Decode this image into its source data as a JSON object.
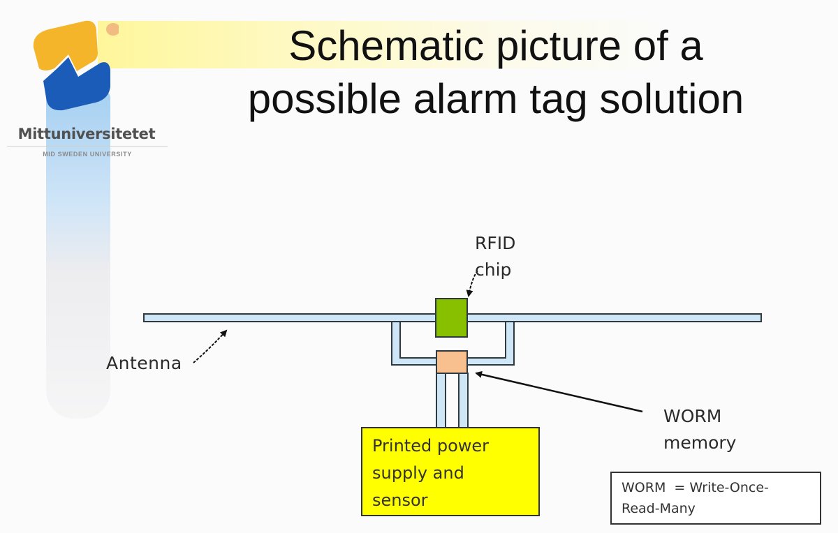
{
  "logo": {
    "name": "Mittuniversitetet",
    "subtitle": "MID SWEDEN UNIVERSITY",
    "colors": {
      "top": "#f4b52a",
      "bottom": "#1a5cb8",
      "trail": "#a9d4f5",
      "beam": "#fff59a"
    }
  },
  "title": {
    "line1": "Schematic picture of a",
    "line2": "possible alarm tag solution"
  },
  "diagram": {
    "components": {
      "antenna": {
        "label": "Antenna",
        "color": "#cfe6f7"
      },
      "rfid_chip": {
        "label_line1": "RFID",
        "label_line2": "chip",
        "color": "#88c000"
      },
      "worm_memory": {
        "label_line1": "WORM",
        "label_line2": "memory",
        "color": "#f8c08e"
      },
      "power_supply": {
        "label_lines": [
          "Printed power",
          "supply and",
          "sensor"
        ],
        "color": "#ffff00"
      }
    },
    "definition": {
      "line1": "WORM  = Write-Once-",
      "line2": "Read-Many"
    }
  }
}
